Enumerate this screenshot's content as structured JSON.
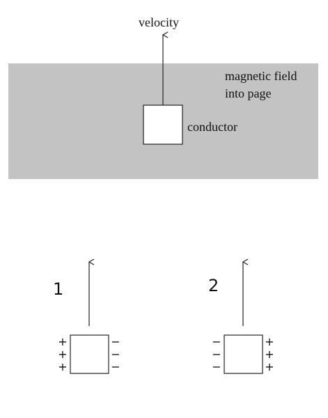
{
  "colors": {
    "field_region": "#c3c3c3",
    "line": "#222222",
    "background": "#ffffff"
  },
  "top_panel": {
    "velocity_label": "velocity",
    "field_label_line1": "magnetic field",
    "field_label_line2": "into page",
    "conductor_label": "conductor"
  },
  "option_1": {
    "label": "1",
    "left_signs": [
      "+",
      "+",
      "+"
    ],
    "right_signs": [
      "−",
      "−",
      "−"
    ]
  },
  "option_2": {
    "label": "2",
    "left_signs": [
      "−",
      "−",
      "−"
    ],
    "right_signs": [
      "+",
      "+",
      "+"
    ]
  }
}
